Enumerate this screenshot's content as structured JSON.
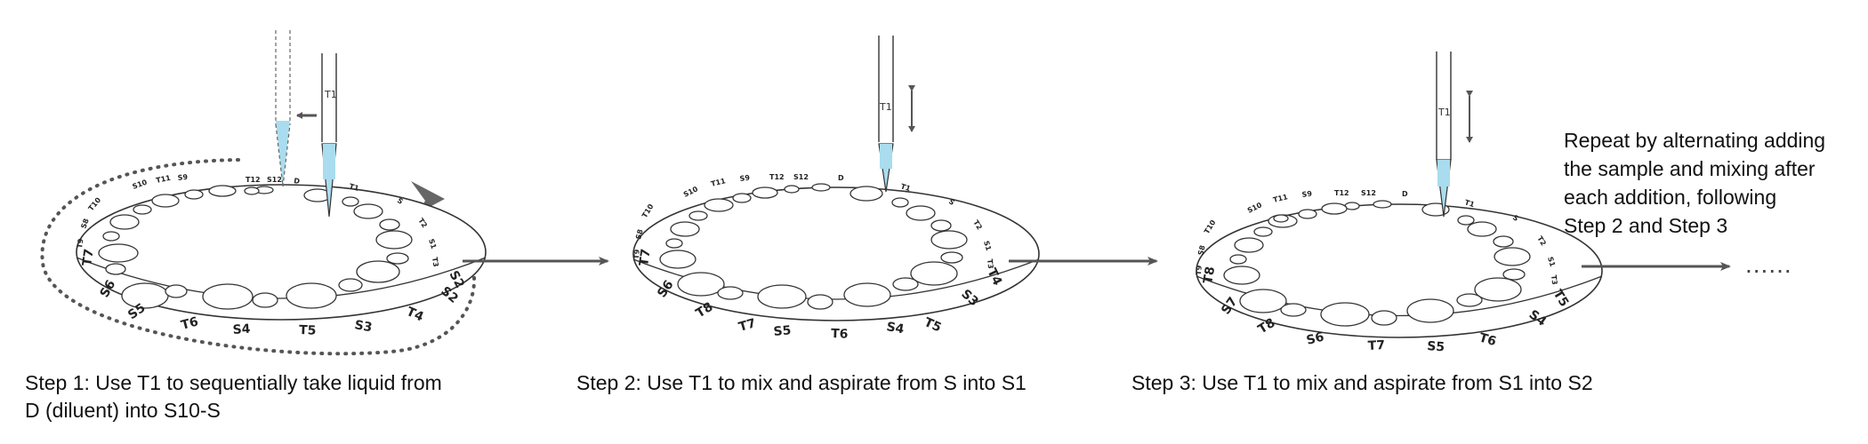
{
  "steps": [
    {
      "lines": [
        "Step 1: Use T1 to sequentially take liquid from",
        "D (diluent)  into S10-S"
      ]
    },
    {
      "lines": [
        "Step 2: Use T1 to mix and aspirate from S into S1"
      ]
    },
    {
      "lines": [
        "Step 3: Use T1 to mix and aspirate from S1 into S2"
      ]
    }
  ],
  "note_lines": [
    "Repeat by alternating adding",
    "the sample and mixing after",
    "each addition, following",
    "Step 2 and Step 3"
  ],
  "continuation": "......",
  "tip_label": "T1",
  "plates": [
    {
      "front_labels": [
        "S5",
        "T6",
        "S4",
        "T5",
        "S3",
        "T4",
        "S2"
      ],
      "left_labels": [
        "T7",
        "S6"
      ]
    },
    {
      "front_labels": [
        "S6",
        "T7",
        "S5",
        "T6",
        "S4",
        "T5",
        "S3"
      ],
      "left_labels": []
    },
    {
      "front_labels": [
        "S7",
        "T8",
        "S6",
        "T7",
        "S5",
        "T6",
        "S4"
      ],
      "left_labels": []
    }
  ],
  "colors": {
    "liquid": "#a9dcee",
    "arrow": "#555555",
    "line": "#333333"
  }
}
